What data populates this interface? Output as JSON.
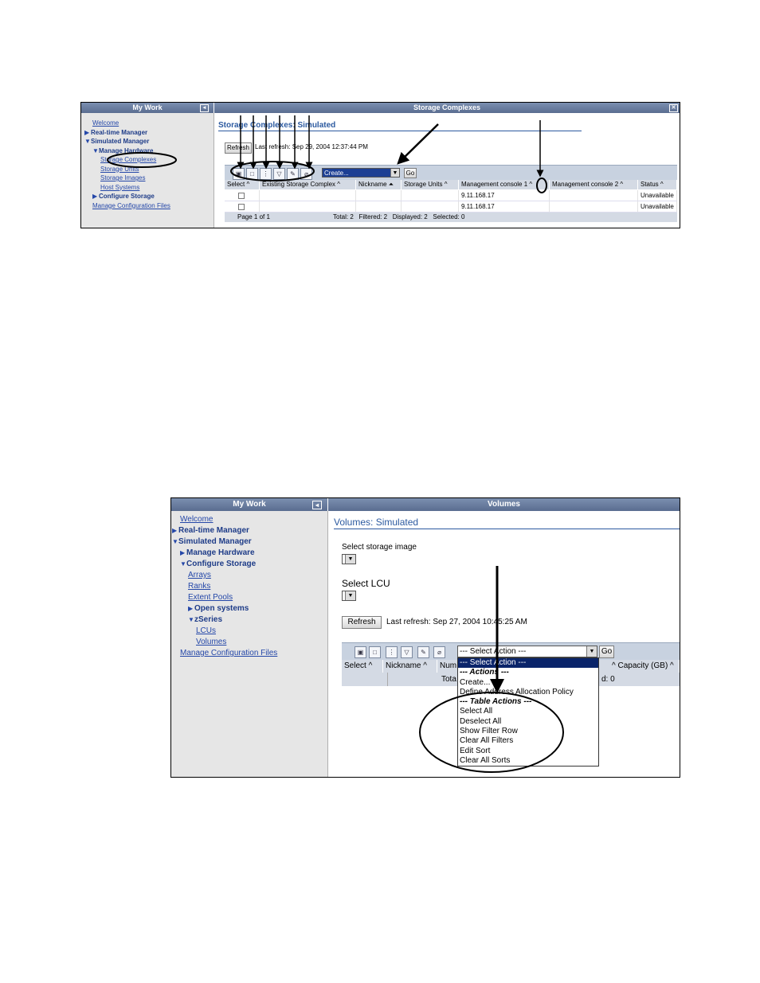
{
  "screenshot1": {
    "sidebar_title": "My Work",
    "main_title": "Storage Complexes",
    "tree": [
      {
        "label": "Welcome",
        "level": 1,
        "type": "link"
      },
      {
        "label": "Real-time Manager",
        "level": 0,
        "type": "collapsed"
      },
      {
        "label": "Simulated Manager",
        "level": 0,
        "type": "expanded"
      },
      {
        "label": "Manage Hardware",
        "level": 1,
        "type": "expanded"
      },
      {
        "label": "Storage Complexes",
        "level": 2,
        "type": "link"
      },
      {
        "label": "Storage Units",
        "level": 2,
        "type": "link"
      },
      {
        "label": "Storage Images",
        "level": 2,
        "type": "link"
      },
      {
        "label": "Host Systems",
        "level": 2,
        "type": "link"
      },
      {
        "label": "Configure Storage",
        "level": 1,
        "type": "collapsed"
      },
      {
        "label": "Manage Configuration Files",
        "level": 1,
        "type": "link"
      }
    ],
    "page_title": "Storage Complexes: Simulated",
    "refresh_label": "Refresh",
    "last_refresh": "Last refresh: Sep 29, 2004 12:37:44 PM",
    "action_select": "Create...",
    "go_label": "Go",
    "columns": [
      "Select",
      "Existing Storage Complex",
      "Nickname",
      "Storage Units",
      "Management console 1",
      "Management console 2",
      "Status"
    ],
    "rows": [
      [
        "",
        "",
        "",
        "",
        "9.11.168.17",
        "",
        "Unavailable"
      ],
      [
        "",
        "",
        "",
        "",
        "9.11.168.17",
        "",
        "Unavailable"
      ]
    ],
    "footer": {
      "page": "Page 1 of 1",
      "summary": "Total: 2   Filtered: 2   Displayed: 2   Selected: 0"
    }
  },
  "screenshot2": {
    "sidebar_title": "My Work",
    "main_title": "Volumes",
    "tree": [
      {
        "label": "Welcome",
        "level": 1,
        "type": "link"
      },
      {
        "label": "Real-time Manager",
        "level": 0,
        "type": "collapsed"
      },
      {
        "label": "Simulated Manager",
        "level": 0,
        "type": "expanded"
      },
      {
        "label": "Manage Hardware",
        "level": 1,
        "type": "collapsed"
      },
      {
        "label": "Configure Storage",
        "level": 1,
        "type": "expanded"
      },
      {
        "label": "Arrays",
        "level": 2,
        "type": "link"
      },
      {
        "label": "Ranks",
        "level": 2,
        "type": "link"
      },
      {
        "label": "Extent Pools",
        "level": 2,
        "type": "link"
      },
      {
        "label": "Open systems",
        "level": 2,
        "type": "collapsed"
      },
      {
        "label": "zSeries",
        "level": 2,
        "type": "expanded"
      },
      {
        "label": "LCUs",
        "level": 3,
        "type": "link"
      },
      {
        "label": "Volumes",
        "level": 3,
        "type": "link"
      },
      {
        "label": "Manage Configuration Files",
        "level": 1,
        "type": "link"
      }
    ],
    "page_title": "Volumes: Simulated",
    "select_storage_image_label": "Select storage image",
    "select_lcu_label": "Select LCU",
    "refresh_label": "Refresh",
    "last_refresh": "Last refresh: Sep 27, 2004 10:45:25 AM",
    "action_select": "--- Select Action ---",
    "go_label": "Go",
    "columns": [
      "Select",
      "Nickname",
      "Num",
      "Capacity (GB)"
    ],
    "footer_total": "Tota",
    "footer_selected": "d: 0",
    "dropdown_options": [
      {
        "label": "--- Select Action ---",
        "kind": "highlight"
      },
      {
        "label": "--- Actions ---",
        "kind": "group"
      },
      {
        "label": "Create...",
        "kind": "item"
      },
      {
        "label": "Define Address Allocation Policy",
        "kind": "item"
      },
      {
        "label": "--- Table Actions ---",
        "kind": "group"
      },
      {
        "label": "Select All",
        "kind": "item"
      },
      {
        "label": "Deselect All",
        "kind": "item"
      },
      {
        "label": "Show Filter Row",
        "kind": "item"
      },
      {
        "label": "Clear All Filters",
        "kind": "item"
      },
      {
        "label": "Edit Sort",
        "kind": "item"
      },
      {
        "label": "Clear All Sorts",
        "kind": "item"
      }
    ]
  },
  "icons": [
    "select-all-icon",
    "deselect-all-icon",
    "show-filter-icon",
    "clear-filters-icon",
    "edit-sort-icon",
    "clear-sorts-icon",
    "collapse-panel-icon",
    "close-icon"
  ]
}
